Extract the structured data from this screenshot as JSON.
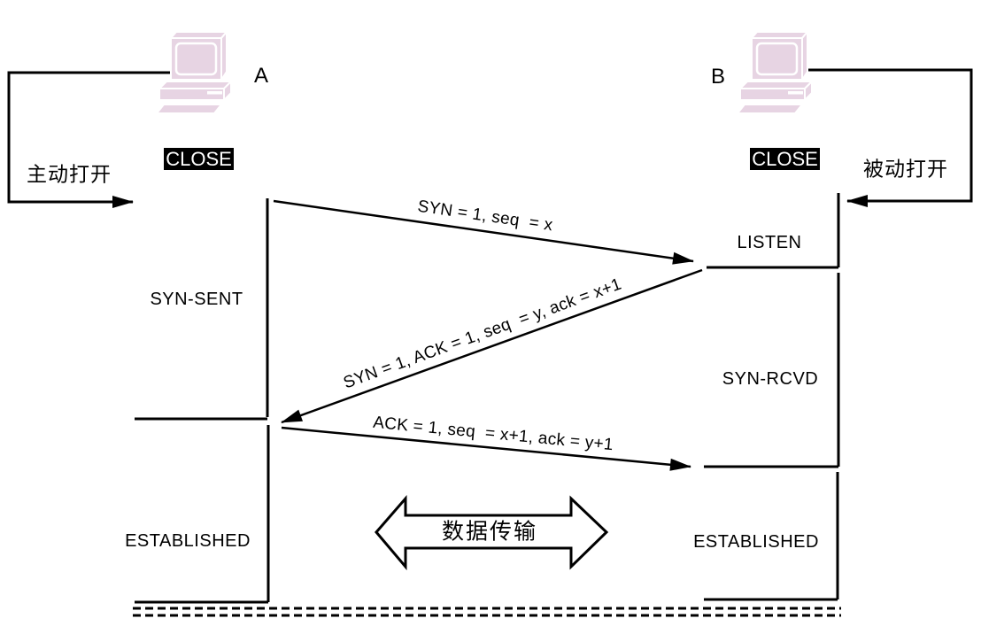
{
  "hosts": {
    "a": {
      "label": "A",
      "close": "CLOSE",
      "open": "主动打开",
      "states": [
        "SYN-SENT",
        "ESTABLISHED"
      ]
    },
    "b": {
      "label": "B",
      "close": "CLOSE",
      "open": "被动打开",
      "states": [
        "LISTEN",
        "SYN-RCVD",
        "ESTABLISHED"
      ]
    }
  },
  "messages": [
    {
      "from": "A",
      "to": "B",
      "label": "SYN = 1, seq  = x"
    },
    {
      "from": "B",
      "to": "A",
      "label": "SYN = 1, ACK = 1, seq  = y, ack = x+1"
    },
    {
      "from": "A",
      "to": "B",
      "label": "ACK = 1, seq  = x+1, ack = y+1"
    }
  ],
  "data_transfer": {
    "label": "数据传输"
  },
  "colors": {
    "computer_fill": "#e7d4e3",
    "line": "#000000",
    "close_bg": "#000000",
    "close_fg": "#ffffff"
  }
}
